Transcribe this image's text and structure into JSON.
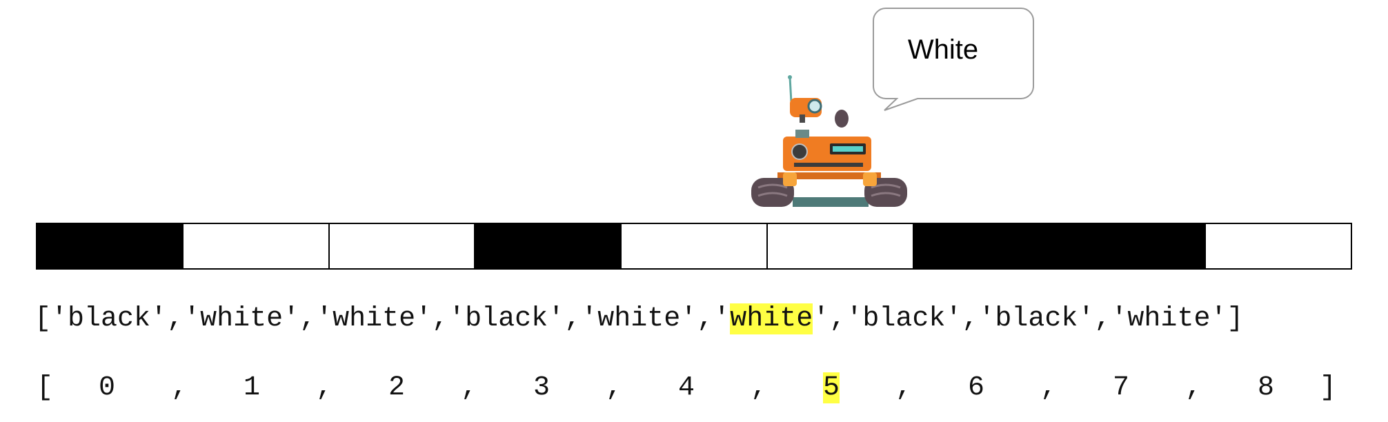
{
  "speech_bubble": {
    "text": "White"
  },
  "colors": {
    "black": "#000000",
    "white": "#ffffff",
    "highlight": "#ffff44",
    "robot_body": "#f07c22",
    "robot_wheels": "#5a4a52"
  },
  "strip": {
    "cells": [
      "black",
      "white",
      "white",
      "black",
      "white",
      "white",
      "black",
      "black",
      "white"
    ]
  },
  "values_list": {
    "open": "[",
    "close": "]",
    "items": [
      "'black'",
      "'white'",
      "'white'",
      "'black'",
      "'white'",
      "'white'",
      "'black'",
      "'black'",
      "'white'"
    ],
    "highlight_index": 5
  },
  "indices_list": {
    "open": "[",
    "close": "]",
    "separator": ",",
    "items": [
      "0",
      "1",
      "2",
      "3",
      "4",
      "5",
      "6",
      "7",
      "8"
    ],
    "highlight_index": 5
  },
  "icons": {
    "robot": "robot-rover-icon",
    "bubble": "speech-bubble-icon"
  }
}
